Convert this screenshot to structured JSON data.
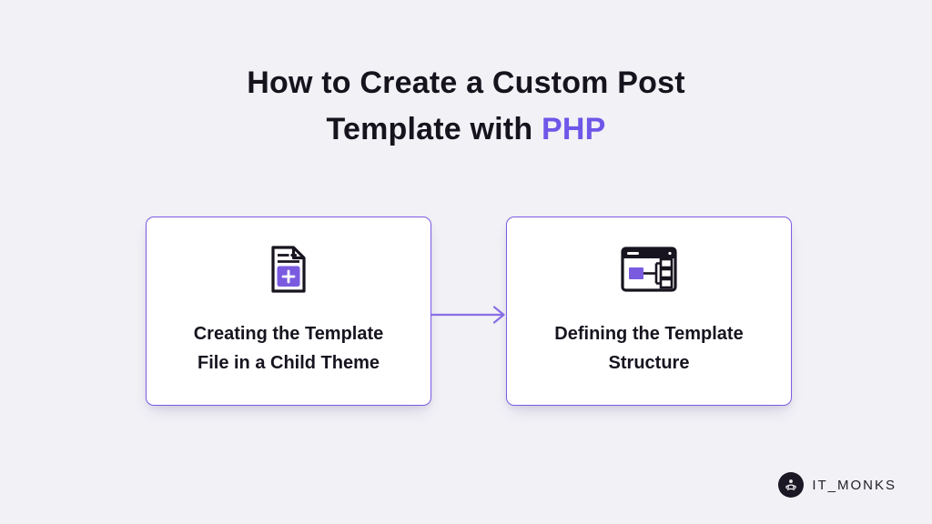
{
  "page": {
    "background_color": "#F1F1F6",
    "accent_color": "#6E57E8",
    "card_border_color": "#7D5BE3",
    "arrow_color": "#8A6EE8",
    "text_color": "#16131D"
  },
  "title": {
    "line1": "How to Create a Custom Post",
    "line2_prefix": "Template with ",
    "line2_highlight": "PHP"
  },
  "steps": [
    {
      "icon": "document-plus-icon",
      "label_line1": "Creating the Template",
      "label_line2": "File in a Child Theme"
    },
    {
      "icon": "browser-sitemap-icon",
      "label_line1": "Defining the Template",
      "label_line2": "Structure"
    }
  ],
  "connector": {
    "type": "arrow-right"
  },
  "brand": {
    "logo_icon": "meditating-monk-icon",
    "name": "IT_MONKS"
  }
}
